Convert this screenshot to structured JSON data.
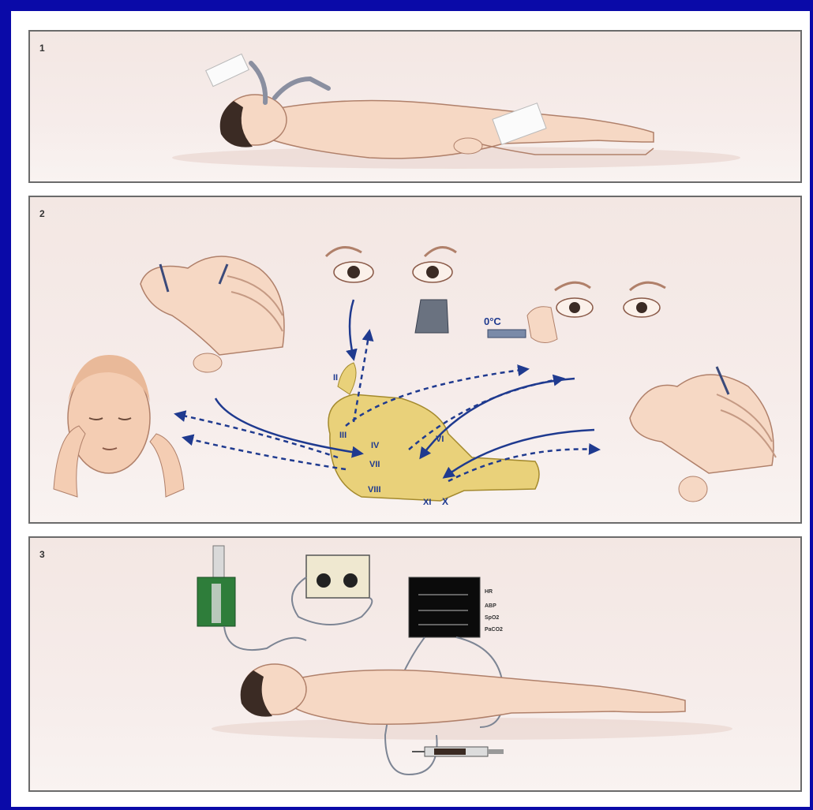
{
  "panels": [
    {
      "number": "1"
    },
    {
      "number": "2"
    },
    {
      "number": "3"
    }
  ],
  "panel2": {
    "temperature_label": "0°C",
    "nerve_labels": [
      "II",
      "III",
      "IV",
      "VI",
      "VII",
      "VIII",
      "XI",
      "X"
    ]
  },
  "panel3": {
    "monitor_labels": [
      "HR",
      "ABP",
      "SpO2",
      "PaCO2"
    ]
  },
  "colors": {
    "frame": "#0a0aa8",
    "arrow": "#1f3a8f",
    "skin": "#f6d8c4",
    "brainstem": "#e9d17a",
    "ventilator": "#2e7d3a"
  }
}
